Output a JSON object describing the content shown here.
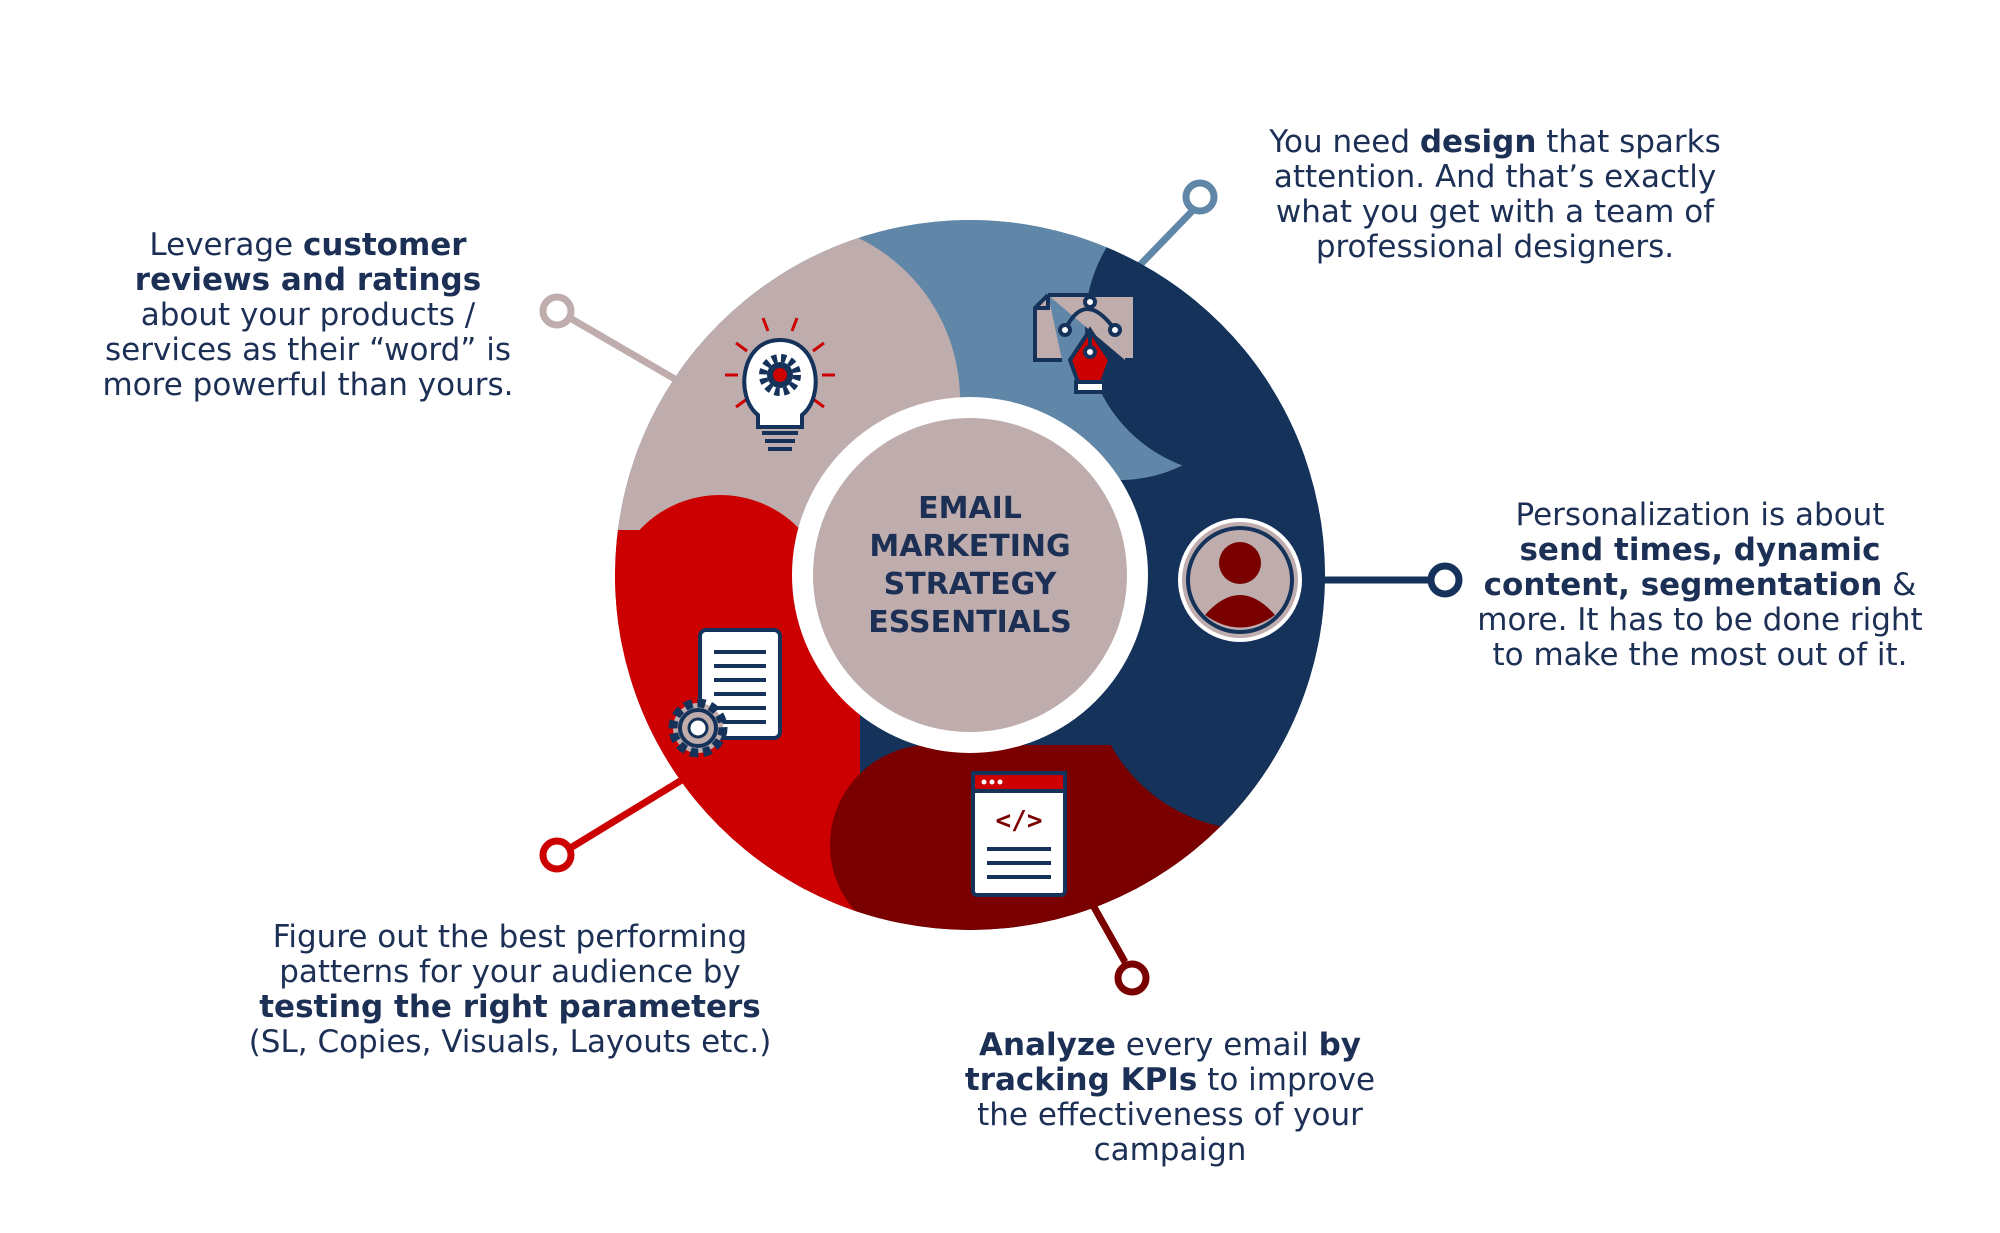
{
  "center": {
    "lines": [
      "EMAIL",
      "MARKETING",
      "STRATEGY",
      "ESSENTIALS"
    ]
  },
  "colors": {
    "navy": "#14325a",
    "steel_blue": "#6187a8",
    "taupe": "#bfadad",
    "red": "#cc0000",
    "maroon": "#7a0000",
    "text": "#1c2f55"
  },
  "callouts": {
    "design": {
      "pre": "You need ",
      "bold": "design",
      "post": " that sparks attention. And that’s exactly what you get with a team of professional designers.",
      "icon": "pen-tool-icon"
    },
    "reviews": {
      "pre": "Leverage ",
      "bold": "customer reviews and ratings",
      "post": " about your products / services as their “word” is more powerful than yours.",
      "icon": "lightbulb-gear-icon"
    },
    "personalization": {
      "pre": "Personalization is about ",
      "bold": "send times, dynamic content, segmentation",
      "post": " & more. It has to be done right to make the most out of it.",
      "icon": "user-avatar-icon"
    },
    "testing": {
      "pre": "Figure out the best performing patterns for your audience by ",
      "bold": "testing the right parameters",
      "post": " (SL, Copies, Visuals, Layouts etc.)",
      "icon": "document-gear-icon"
    },
    "analyze": {
      "bold1": "Analyze",
      "mid": " every email ",
      "bold2": "by tracking KPIs",
      "post": " to improve the effectiveness of your campaign",
      "icon": "code-window-icon"
    }
  }
}
